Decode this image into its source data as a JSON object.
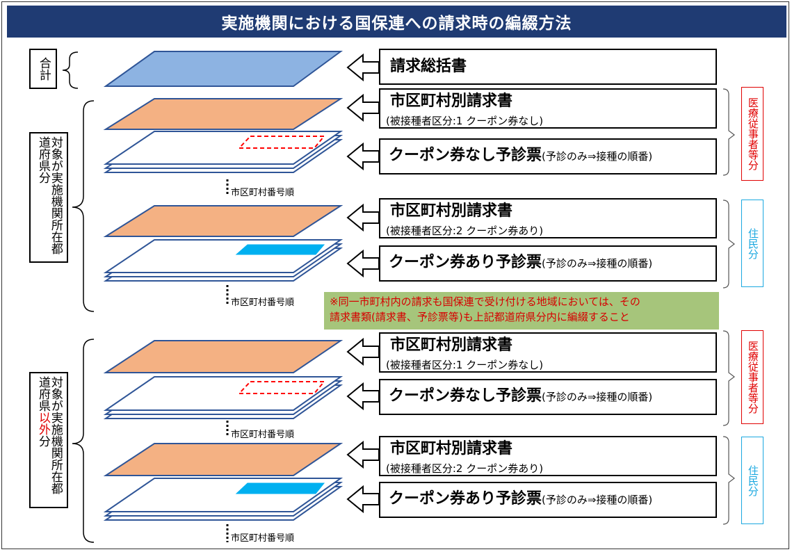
{
  "title": "実施機関における国保連への請求時の編綴方法",
  "sections": {
    "total": "合計",
    "prefecture_in": "対象が実施機関所在都道府県分",
    "prefecture_out_prefix": "対象が実施機関所在都道府県",
    "prefecture_out_red": "以外",
    "prefecture_out_suffix": "分"
  },
  "items": {
    "summary": "請求総括書",
    "municipal_bill": "市区町村別請求書",
    "sub_no_coupon": "(被接種者区分:1 クーポン券なし)",
    "sub_with_coupon": "(被接種者区分:2 クーポン券あり)",
    "no_coupon_form_main": "クーポン券なし予診票",
    "with_coupon_form_main": "クーポン券あり予診票",
    "form_sub": "(予診のみ⇒接種の順番)"
  },
  "tags": {
    "medical": "医療従事者等分",
    "resident": "住民分"
  },
  "order_label": "市区町村番号順",
  "note": {
    "line1": "※同一市町村内の請求も国保連で受け付ける地域においては、その",
    "line2": "請求書類(請求書、予診票等)も上記都道府県分内に編綴すること"
  },
  "colors": {
    "title_bg": "#1f3b73",
    "summary_sheet": "#8db3e2",
    "bill_sheet": "#f4b183",
    "coupon_mark": "#00b0f0",
    "no_coupon_mark": "#ff0000",
    "stack_line": "#2f5597",
    "note_bg": "#a6c57b"
  }
}
